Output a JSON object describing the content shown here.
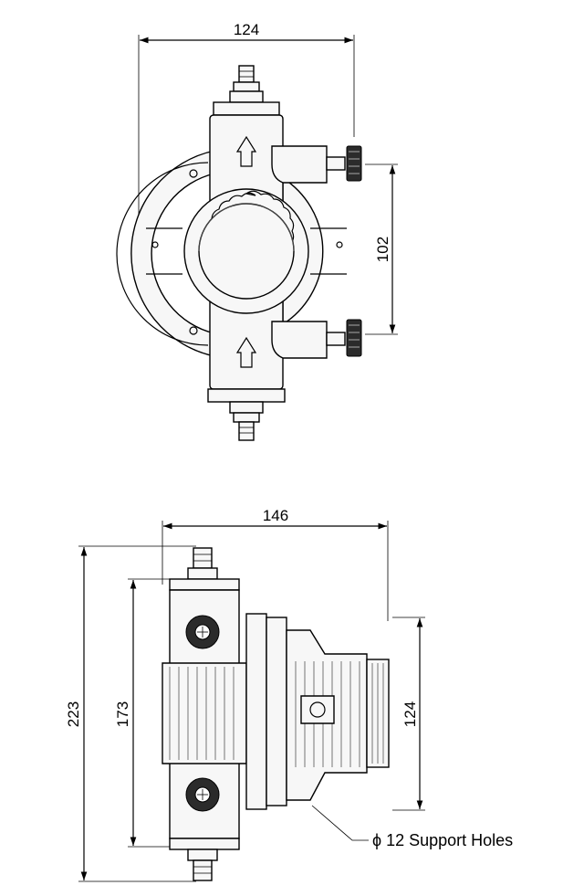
{
  "top_view": {
    "width_dim": "124",
    "port_spacing_dim": "102"
  },
  "side_view": {
    "width_dim": "146",
    "total_height_dim": "223",
    "port_height_dim": "173",
    "flange_height_dim": "124",
    "support_note": "ϕ 12 Support Holes"
  },
  "colors": {
    "line": "#000000",
    "fill": "#f7f7f7",
    "knob": "#2b2b2b"
  }
}
